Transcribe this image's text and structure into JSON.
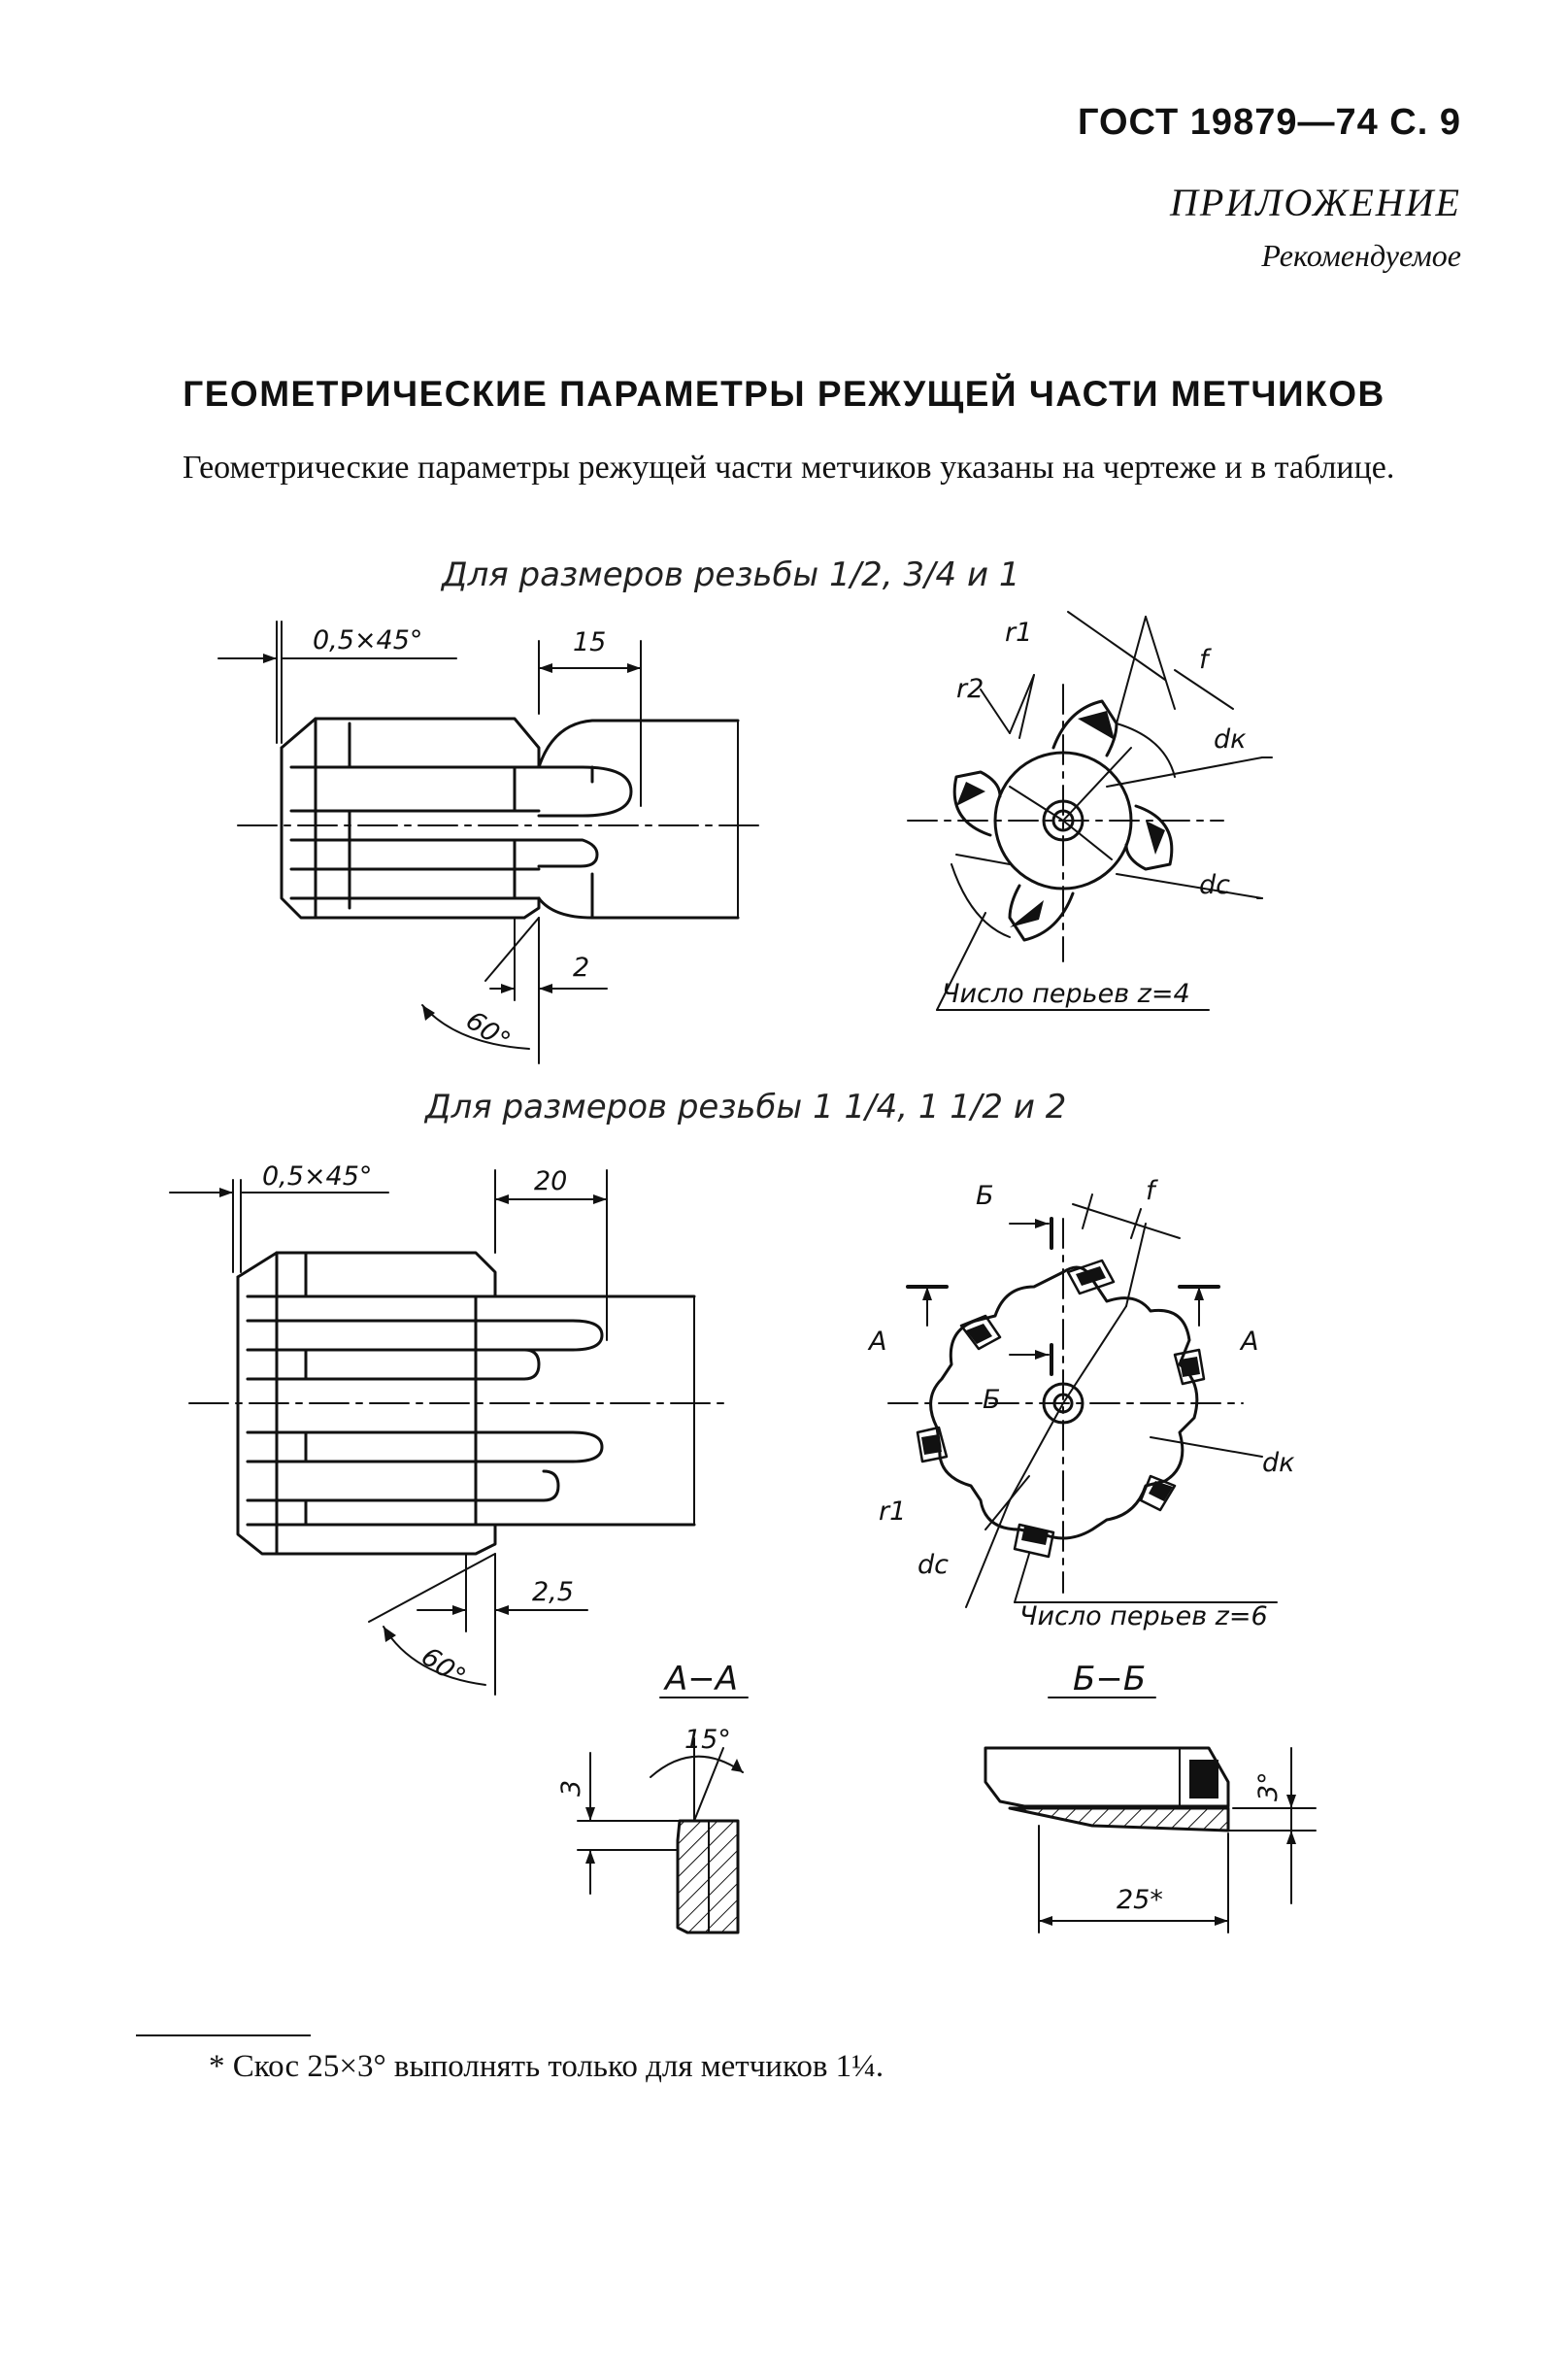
{
  "header": {
    "standard": "ГОСТ 19879—74 С. 9"
  },
  "appendix": {
    "label": "ПРИЛОЖЕНИЕ",
    "status": "Рекомендуемое"
  },
  "title": "ГЕОМЕТРИЧЕСКИЕ ПАРАМЕТРЫ РЕЖУЩЕЙ ЧАСТИ МЕТЧИКОВ",
  "intro": "Геометрические параметры режущей части метчиков указаны на чертеже и в таблице.",
  "figure1": {
    "caption": "Для размеров резьбы 1/2, 3/4 и 1",
    "chamfer": "0,5×45°",
    "length": "15",
    "offset": "2",
    "angle": "60°",
    "r1": "r1",
    "r2": "r2",
    "f": "f",
    "dk": "dк",
    "dc": "dc",
    "flutes": "Число перьев z=4"
  },
  "figure2": {
    "caption": "Для размеров резьбы 1 1/4, 1 1/2 и 2",
    "chamfer": "0,5×45°",
    "length": "20",
    "offset": "2,5",
    "angle": "60°",
    "b": "Б",
    "a": "А",
    "f": "f",
    "dk": "dк",
    "r1": "r1",
    "dc": "dc",
    "flutes": "Число перьев z=6"
  },
  "sectionAA": {
    "label": "А−А",
    "depth": "3",
    "angle": "15°"
  },
  "sectionBB": {
    "label": "Б−Б",
    "length": "25*",
    "angle": "3°"
  },
  "footnote": "* Скос 25×3° выполнять только для метчиков 1¼."
}
